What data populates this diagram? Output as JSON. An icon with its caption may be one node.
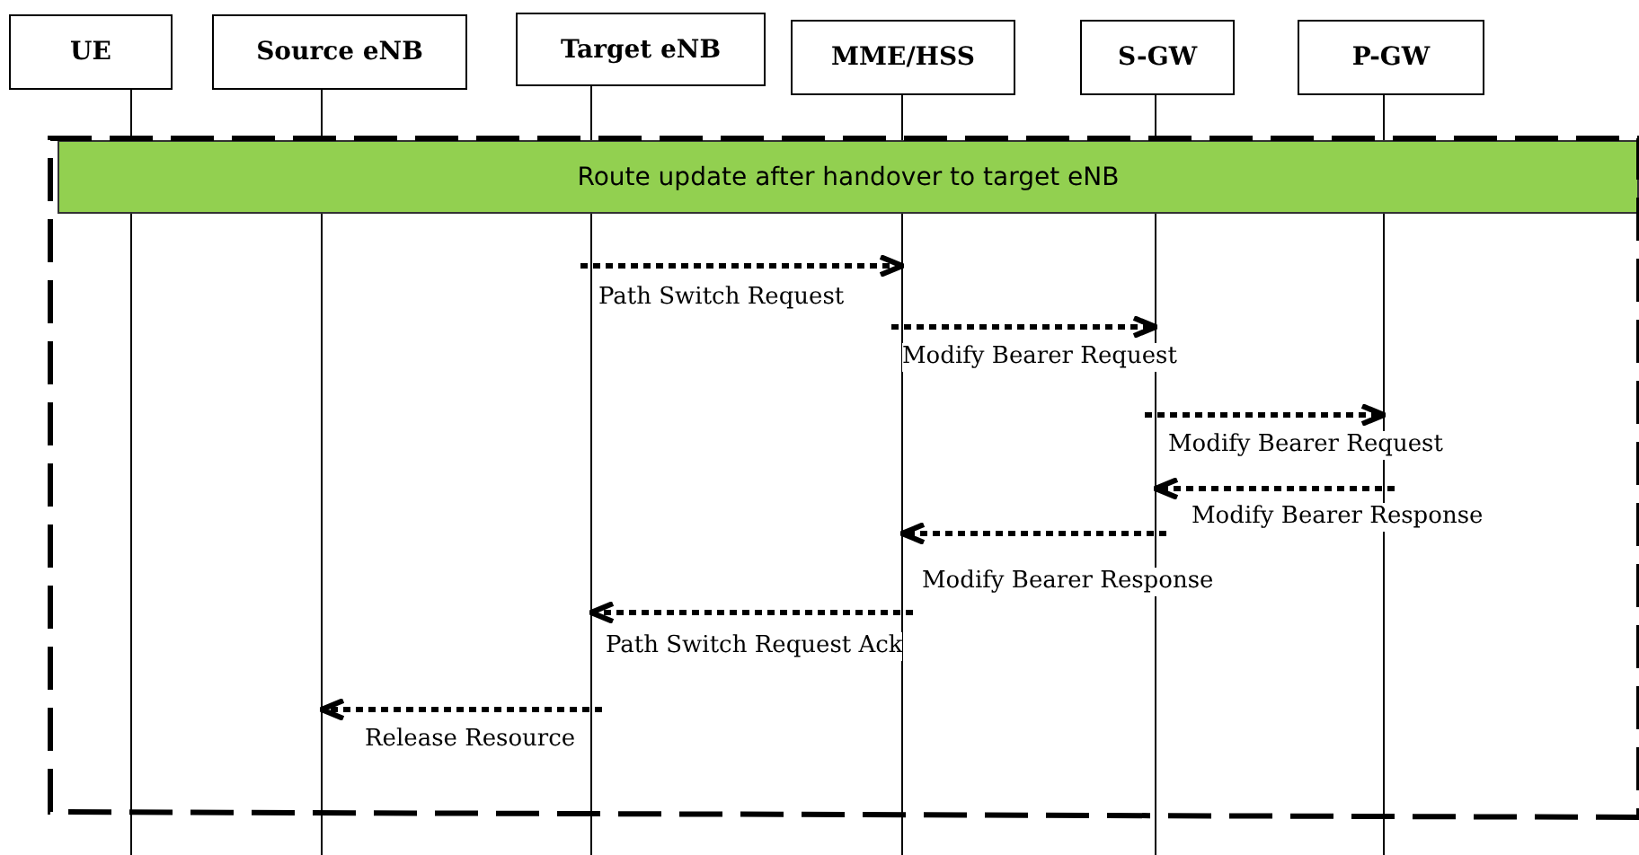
{
  "diagram": {
    "nodes": [
      {
        "text": [
          "UE"
        ]
      },
      {
        "text": [
          "Source eNB"
        ]
      },
      {
        "text": [
          "Target eNB"
        ]
      },
      {
        "text": [
          "MME/HSS"
        ]
      },
      {
        "text": [
          "S-GW"
        ]
      },
      {
        "text": [
          "P-GW"
        ]
      },
      {
        "text": [
          "Route update after handover to target eNB"
        ]
      }
    ],
    "edges": [
      {
        "from": 2,
        "to": 3,
        "arrow": "to",
        "style": "dashed",
        "label": "Path Switch Request"
      },
      {
        "from": 3,
        "to": 4,
        "arrow": "to",
        "style": "dashed",
        "label": "Modify Bearer Request"
      },
      {
        "from": 4,
        "to": 5,
        "arrow": "to",
        "style": "dashed",
        "label": "Modify Bearer Request"
      },
      {
        "from": 5,
        "to": 4,
        "arrow": "to",
        "style": "dashed",
        "label": "Modify Bearer Response"
      },
      {
        "from": 4,
        "to": 3,
        "arrow": "to",
        "style": "dashed",
        "label": "Modify Bearer Response"
      },
      {
        "from": 3,
        "to": 2,
        "arrow": "to",
        "style": "dashed",
        "label": "Path Switch Request Ack"
      },
      {
        "from": 2,
        "to": 1,
        "arrow": "to",
        "style": "dashed",
        "label": "Release Resource"
      }
    ]
  }
}
